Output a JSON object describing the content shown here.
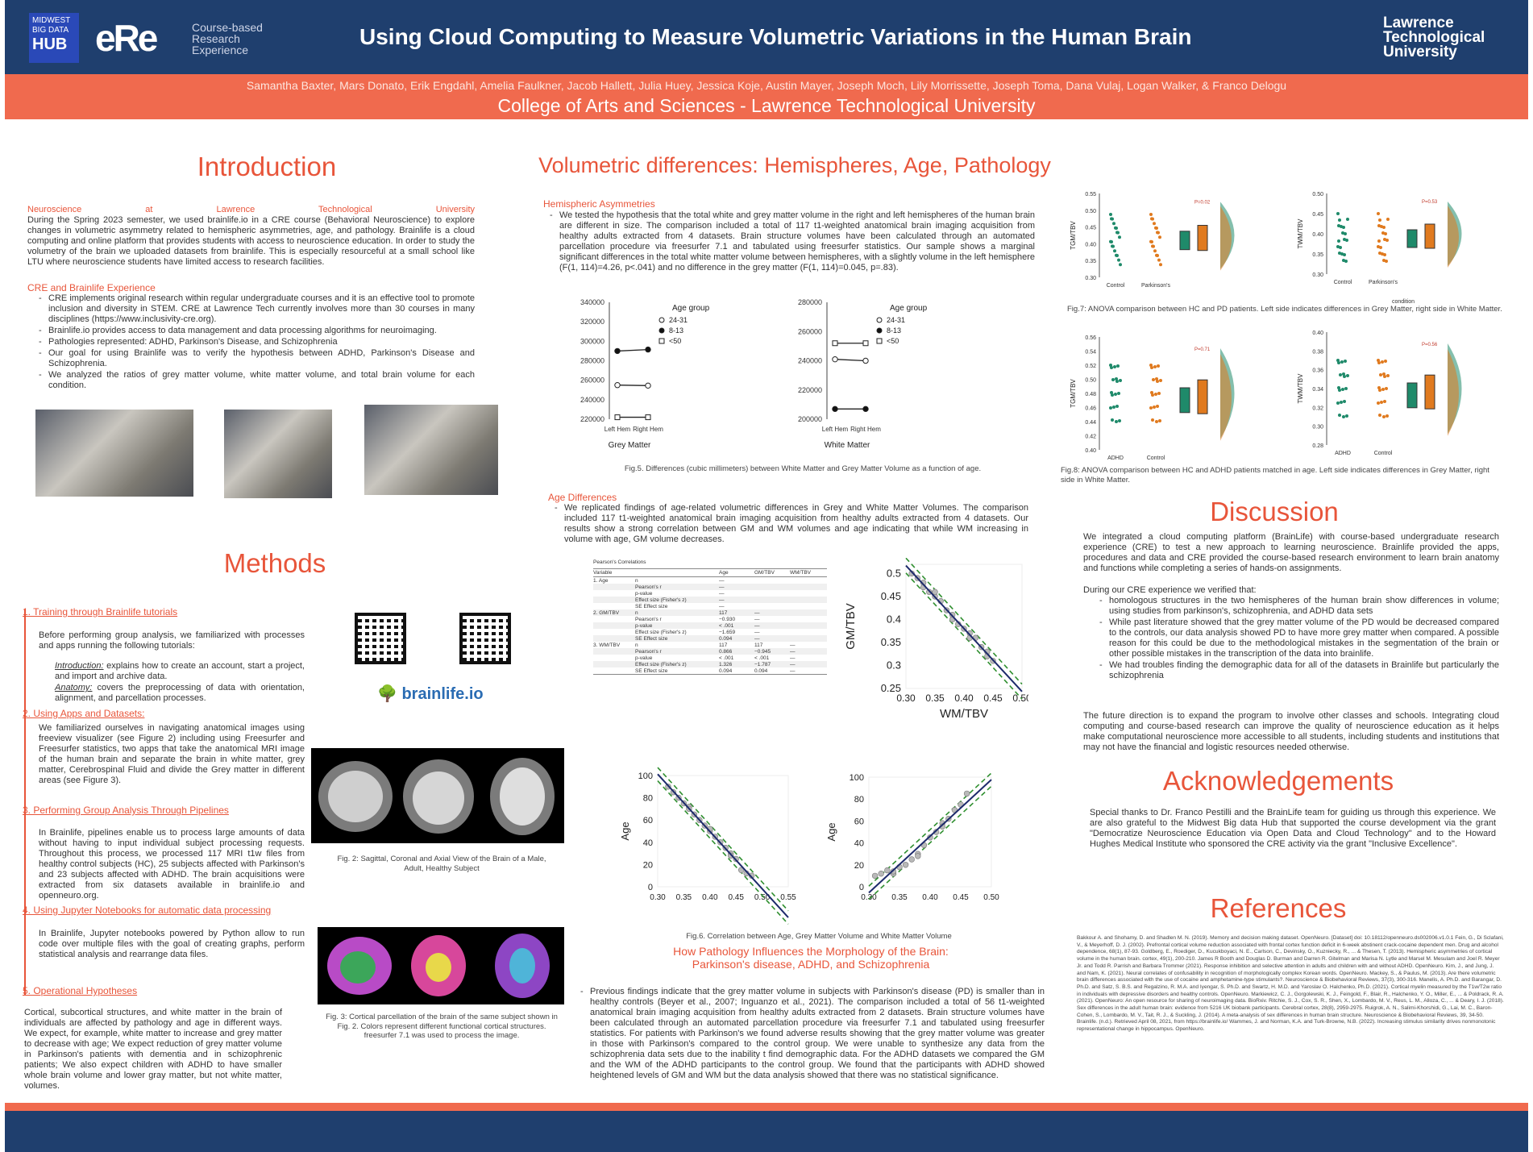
{
  "header": {
    "title": "Using Cloud Computing to Measure Volumetric Variations in the Human Brain",
    "logo_midwest_top": "MIDWEST BIG DATA",
    "logo_midwest_bottom": "HUB",
    "logo_cre": "eRe",
    "logo_cre_text": "Course-based Research Experience",
    "logo_ltu": "Lawrence Technological University",
    "authors": "Samantha Baxter, Mars Donato, Erik Engdahl, Amelia Faulkner, Jacob Hallett, Julia Huey, Jessica Koje, Austin Mayer, Joseph Moch, Lily Morrissette, Joseph Toma, Dana Vulaj, Logan Walker, & Franco Delogu",
    "college": "College of Arts and Sciences - Lawrence Technological University"
  },
  "intro": {
    "title": "Introduction",
    "lead": "Neuroscience at Lawrence Technological University",
    "body": "During the Spring 2023 semester, we used brainlife.io in a CRE course (Behavioral Neuroscience) to explore changes in volumetric asymmetry related to hemispheric asymmetries, age, and pathology. Brainlife is a cloud computing and online platform that provides students with access to neuroscience education. In order to study the volumetry of the brain we uploaded datasets from brainlife. This is especially resourceful at a small school like LTU where neuroscience students have limited access to research facilities.",
    "cre_title": "CRE and Brainlife Experience",
    "bullets": [
      "CRE implements original research within regular undergraduate courses and it is an effective tool to promote inclusion and diversity in STEM. CRE at Lawrence Tech currently involves more than 30 courses in many disciplines (https://www.inclusivity-cre.org).",
      "Brainlife.io provides access to data management and data processing algorithms for neuroimaging.",
      "Pathologies represented: ADHD, Parkinson's Disease, and Schizophrenia",
      "Our goal for using Brainlife was to verify the hypothesis between ADHD, Parkinson's Disease and Schizophrenia.",
      "We analyzed the ratios of grey matter volume, white matter volume, and total brain volume for each condition."
    ]
  },
  "methods": {
    "title": "Methods",
    "s1_title": "1. Training through Brainlife tutorials",
    "s1_body": "Before performing group analysis, we familiarized with processes and apps running the following tutorials:",
    "s1_intro_label": "Introduction:",
    "s1_intro": "explains how to create an account, start a project, and import and archive data.",
    "s1_anat_label": "Anatomy:",
    "s1_anat": "covers the preprocessing of data with orientation, alignment, and parcellation processes.",
    "s2_title": "2. Using Apps and Datasets:",
    "s2_body": "We familiarized ourselves in navigating anatomical images using freeview visualizer (see Figure 2) including using Freesurfer and Freesurfer statistics, two apps that take the anatomical MRI image of the human brain and separate the brain in white matter, grey matter, Cerebrospinal Fluid and divide the Grey matter in different areas (see Figure 3).",
    "s3_title": "3. Performing Group Analysis Through Pipelines",
    "s3_body": "In Brainlife, pipelines enable us to process large amounts of data without having to input individual subject processing requests. Throughout this process, we processed 117 MRI t1w files from healthy control subjects (HC), 25 subjects affected with Parkinson's and 23 subjects affected with ADHD. The brain acquisitions were extracted from six datasets available in brainlife.io and openneuro.org.",
    "s4_title": "4. Using Jupyter Notebooks for automatic data processing",
    "s4_body": "In Brainlife, Jupyter notebooks powered by Python allow to run code over multiple files with the goal of creating graphs, perform statistical analysis and rearrange data files.",
    "s5_title": "5. Operational Hypotheses",
    "s5_body": "Cortical, subcortical structures, and white matter in the brain of individuals are affected by pathology and age in different ways. We expect, for example, white matter to increase and grey matter to decrease with age; We expect reduction of grey matter volume in Parkinson's patients with dementia and in schizophrenic patients; We also expect children with ADHD to have smaller whole brain volume and lower gray matter, but not white matter, volumes.",
    "brainlife_logo": "brainlife.io",
    "fig2": "Fig. 2: Sagittal, Coronal and Axial View of the Brain of a Male, Adult, Healthy Subject",
    "fig3": "Fig. 3: Cortical parcellation of the brain of the same subject shown in Fig. 2. Colors represent different functional cortical structures. freesurfer 7.1 was used to process the image."
  },
  "volumetric": {
    "title": "Volumetric differences: Hemispheres, Age, Pathology",
    "hemi_title": "Hemispheric Asymmetries",
    "hemi_body": "We tested the hypothesis that the total white and grey matter volume in the right and left hemispheres of the human brain are different in size. The comparison included a total of 117 t1-weighted anatomical brain imaging acquisition from healthy adults extracted from 4 datasets. Brain structure volumes have been calculated through an automated parcellation procedure via freesurfer 7.1 and tabulated using freesurfer statistics. Our sample shows a marginal significant differences in the total white matter volume between hemispheres, with a slightly volume in the left hemisphere (F(1, 114)=4.26, p<.041) and no difference in the grey matter (F(1, 114)=0.045, p=.83).",
    "fig5": "Fig.5. Differences (cubic millimeters) between White Matter and Grey Matter Volume as a function of age.",
    "age_title": "Age Differences",
    "age_body": "We replicated findings of age-related volumetric differences in Grey and White Matter Volumes. The comparison included 117 t1-weighted anatomical brain imaging acquisition from healthy adults extracted from 4 datasets. Our results show a strong correlation between GM and WM volumes and age indicating that while WM increasing in volume with age, GM volume decreases.",
    "fig6": "Fig.6. Correlation between Age, Grey Matter Volume and White Matter Volume",
    "path_title": "How Pathology Influences the Morphology of the Brain: Parkinson's disease, ADHD, and Schizophrenia",
    "path_body": "Previous findings indicate that the grey matter volume in subjects with Parkinson's disease (PD) is smaller than in healthy controls (Beyer et al., 2007; Inguanzo et al., 2021). The comparison included a total of 56 t1-weighted anatomical brain imaging acquisition from healthy adults extracted from 2 datasets. Brain structure volumes have been calculated through an automated parcellation procedure via freesurfer 7.1 and tabulated using freesurfer statistics. For patients with Parkinson's we found adverse results showing that the grey matter volume was greater in those with Parkinson's compared to the control group. We were unable to synthesize any data from the schizophrenia data sets due to the inability t find demographic data. For the ADHD datasets we compared the GM and the WM of the ADHD participants to the control group. We found that the participants with ADHD showed heightened levels of GM and WM but the data analysis showed that there was no statistical significance.",
    "table": {
      "title": "Pearson's Correlations",
      "headers": [
        "Variable",
        "",
        "Age",
        "GM/TBV",
        "WM/TBV"
      ],
      "rows": [
        [
          "1. Age",
          "n",
          "—",
          "",
          ""
        ],
        [
          "",
          "Pearson's r",
          "—",
          "",
          ""
        ],
        [
          "",
          "p-value",
          "—",
          "",
          ""
        ],
        [
          "",
          "Effect size (Fisher's z)",
          "—",
          "",
          ""
        ],
        [
          "",
          "SE Effect size",
          "—",
          "",
          ""
        ],
        [
          "2. GM/TBV",
          "n",
          "117",
          "—",
          ""
        ],
        [
          "",
          "Pearson's r",
          "−0.930",
          "—",
          ""
        ],
        [
          "",
          "p-value",
          "< .001",
          "—",
          ""
        ],
        [
          "",
          "Effect size (Fisher's z)",
          "−1.659",
          "—",
          ""
        ],
        [
          "",
          "SE Effect size",
          "0.094",
          "—",
          ""
        ],
        [
          "3. WM/TBV",
          "n",
          "117",
          "117",
          "—"
        ],
        [
          "",
          "Pearson's r",
          "0.866",
          "−0.945",
          "—"
        ],
        [
          "",
          "p-value",
          "< .001",
          "< .001",
          "—"
        ],
        [
          "",
          "Effect size (Fisher's z)",
          "1.326",
          "−1.787",
          "—"
        ],
        [
          "",
          "SE Effect size",
          "0.094",
          "0.094",
          "—"
        ]
      ]
    }
  },
  "right": {
    "fig7": "Fig.7: ANOVA comparison between HC and PD patients. Left side indicates differences in Grey Matter, right side in White Matter.",
    "fig8": "Fig.8: ANOVA comparison between HC and ADHD patients matched in age. Left side indicates differences in Grey Matter, right side in White Matter.",
    "p_tgm_pd": "P=0.02",
    "p_twm_pd": "P=0.53",
    "p_tgm_adhd": "P=0.71",
    "p_twm_adhd": "P=0.56",
    "label_control": "Control",
    "label_parkinsons": "Parkinson's",
    "label_condition": "condition",
    "label_adhd": "ADHD",
    "ylabel_tgm": "TGM/TBV",
    "ylabel_twm": "TWM/TBV",
    "discussion_title": "Discussion",
    "discussion_p1": "We integrated a cloud computing platform (BrainLife) with course-based undergraduate research experience (CRE) to test a new approach to learning neuroscience. Brainlife provided the apps, procedures and data and CRE provided the course-based research environment to learn brain anatomy and functions while completing a series of hands-on assignments.",
    "discussion_lead": "During our CRE experience we verified that:",
    "discussion_bullets": [
      "homologous structures in the two hemispheres of the human brain show differences in volume; using studies from parkinson's, schizophrenia, and ADHD data sets",
      "While past literature showed that the grey matter volume of the PD would be decreased compared to the controls, our data analysis showed PD to have more grey matter when compared. A possible reason for this could be due to the methodological mistakes in the segmentation of the brain or other possible mistakes in the transcription of the data into brainlife.",
      "We had troubles finding the demographic data for all of the datasets in Brainlife but particularly the schizophrenia"
    ],
    "discussion_p2": "The future direction is to expand the program to involve other classes and schools. Integrating cloud computing and course-based research can improve the quality of neuroscience education as it helps make computational neuroscience more accessible to all students, including students and institutions that may not have the financial and logistic resources needed otherwise.",
    "ack_title": "Acknowledgements",
    "ack_body": "Special thanks to Dr. Franco Pestilli and the BrainLife team for guiding us through this experience. We are also grateful to the Midwest Big data Hub that supported the course development via the grant \"Democratize Neuroscience Education via Open Data and Cloud Technology\" and to the Howard Hughes Medical Institute who sponsored the CRE activity via the grant \"Inclusive Excellence\".",
    "ref_title": "References",
    "references": "Bakkour A. and Shohamy, D. and Shadlen M. N. (2019). Memory and decision making dataset. OpenNeuro. [Dataset] doi: 10.18112/openneuro.ds002006.v1.0.1 Fein, G., Di Sclafani, V., & Meyerhoff, D. J. (2002). Prefrontal cortical volume reduction associated with frontal cortex function deficit in 6-week abstinent crack-cocaine dependent men. Drug and alcohol dependence, 68(1), 87-93. Goldberg, E., Roediger, D., Kucukboyaci, N. E., Carlson, C., Devinsky, O., Kuzniecky, R., ... & Thesen, T. (2013). Hemispheric asymmetries of cortical volume in the human brain. cortex, 49(1), 200-210. James R Booth and Douglas D. Burman and Darren R. Gitelman and Marisa N. Lytle and Marsel M. Mesulam and Joel R. Meyer Jr. and Todd R. Parrish and Barbara Trommer (2021). Response inhibition and selective attention in adults and children with and without ADHD. OpenNeuro. Kim, J., and Jung, J. and Nam, K. (2021). Neural correlates of confusability in recognition of morphologically complex Korean words. OpenNeuro. Mackey, S., & Paulus, M. (2013). Are there volumetric brain differences associated with the use of cocaine and amphetamine-type stimulants?. Neuroscience & Biobehavioral Reviews, 37(3), 300-316. Manelis, A. Ph.D. and Barangar, D. Ph.D. and Satz, S. B.S. and Regalzino, R. M.A. and Iyengar, S. Ph.D. and Swartz, H. M.D. and Yaroslav O. Halchenko, Ph.D. (2021). Cortical myelin measured by the T1w/T2w ratio in individuals with depressive disorders and healthy controls. OpenNeuro. Markiewicz, C. J., Gorgolewski, K. J., Feingold, F., Blair, R., Halchenko, Y. O., Miller, E., ... & Poldrack, R. A. (2021). OpenNeuro: An open resource for sharing of neuroimaging data. BioRxiv. Ritchie, S. J., Cox, S. R., Shen, X., Lombardo, M. V., Reus, L. M., Alloza, C., ... & Deary, I. J. (2018). Sex differences in the adult human brain: evidence from 5216 UK biobank participants. Cerebral cortex, 28(8), 2959-2975. Ruigrok, A. N., Salimi-Khorshidi, G., Lai, M. C., Baron-Cohen, S., Lombardo, M. V., Tait, R. J., & Suckling, J. (2014). A meta-analysis of sex differences in human brain structure. Neuroscience & Biobehavioral Reviews, 39, 34-50. Brainlife. (n.d.). Retrieved April 08, 2021, from https://brainlife.io/ Wammes, J. and Norman, K.A. and Turk-Browne, N.B. (2022). Increasing stimulus similarity drives nonmonotonic representational change in hippocampus. OpenNeuro."
  },
  "chart_data": [
    {
      "type": "line",
      "title": "Grey Matter",
      "categories": [
        "Left Hem",
        "Right Hem"
      ],
      "legend_title": "Age group",
      "ylim": [
        220000,
        340000
      ],
      "yticks": [
        220000,
        240000,
        260000,
        280000,
        300000,
        320000,
        340000
      ],
      "series": [
        {
          "name": "24-31",
          "marker": "open-circle",
          "values": [
            255000,
            254500
          ]
        },
        {
          "name": "8-13",
          "marker": "filled-circle",
          "values": [
            290000,
            291500
          ]
        },
        {
          "name": "<50",
          "marker": "open-square",
          "values": [
            222000,
            222000
          ]
        }
      ]
    },
    {
      "type": "line",
      "title": "White Matter",
      "categories": [
        "Left Hem",
        "Right Hem"
      ],
      "legend_title": "Age group",
      "ylim": [
        200000,
        280000
      ],
      "yticks": [
        200000,
        220000,
        240000,
        260000,
        280000
      ],
      "series": [
        {
          "name": "24-31",
          "marker": "open-circle",
          "values": [
            241000,
            240000
          ]
        },
        {
          "name": "8-13",
          "marker": "filled-circle",
          "values": [
            207000,
            207000
          ]
        },
        {
          "name": "<50",
          "marker": "open-square",
          "values": [
            252000,
            252000
          ]
        }
      ]
    },
    {
      "type": "scatter",
      "xlabel": "WM/TBV",
      "ylabel": "GM/TBV",
      "xlim": [
        0.3,
        0.5
      ],
      "ylim": [
        0.25,
        0.52
      ],
      "xticks": [
        0.3,
        0.35,
        0.4,
        0.45,
        0.5
      ],
      "yticks": [
        0.25,
        0.3,
        0.35,
        0.4,
        0.45,
        0.5
      ],
      "x": [
        0.31,
        0.32,
        0.33,
        0.34,
        0.35,
        0.36,
        0.37,
        0.38,
        0.39,
        0.4,
        0.41,
        0.42,
        0.43,
        0.44,
        0.45,
        0.33,
        0.35,
        0.38,
        0.41,
        0.44
      ],
      "y": [
        0.5,
        0.49,
        0.48,
        0.46,
        0.45,
        0.44,
        0.42,
        0.41,
        0.39,
        0.38,
        0.37,
        0.36,
        0.34,
        0.33,
        0.31,
        0.47,
        0.46,
        0.4,
        0.36,
        0.32
      ]
    },
    {
      "type": "scatter",
      "ylabel": "Age",
      "xlim": [
        0.3,
        0.55
      ],
      "ylim": [
        0,
        100
      ],
      "xticks": [
        0.3,
        0.35,
        0.4,
        0.45,
        0.5,
        0.55
      ],
      "yticks": [
        0,
        20,
        40,
        60,
        80,
        100
      ],
      "x": [
        0.32,
        0.33,
        0.34,
        0.35,
        0.36,
        0.37,
        0.38,
        0.39,
        0.4,
        0.41,
        0.42,
        0.43,
        0.44,
        0.45,
        0.46,
        0.47,
        0.48,
        0.36,
        0.4,
        0.44
      ],
      "y": [
        90,
        85,
        80,
        75,
        72,
        65,
        60,
        55,
        50,
        45,
        40,
        35,
        30,
        25,
        15,
        12,
        10,
        70,
        52,
        28
      ]
    },
    {
      "type": "scatter",
      "ylabel": "Age",
      "xlim": [
        0.3,
        0.5
      ],
      "ylim": [
        0,
        100
      ],
      "xticks": [
        0.3,
        0.35,
        0.4,
        0.45,
        0.5
      ],
      "yticks": [
        0,
        20,
        40,
        60,
        80,
        100
      ],
      "x": [
        0.31,
        0.32,
        0.33,
        0.34,
        0.35,
        0.36,
        0.37,
        0.38,
        0.39,
        0.4,
        0.41,
        0.42,
        0.43,
        0.44,
        0.45,
        0.46,
        0.34,
        0.38,
        0.42
      ],
      "y": [
        10,
        12,
        15,
        12,
        18,
        20,
        25,
        30,
        38,
        45,
        50,
        58,
        62,
        70,
        75,
        85,
        14,
        28,
        55
      ]
    }
  ]
}
